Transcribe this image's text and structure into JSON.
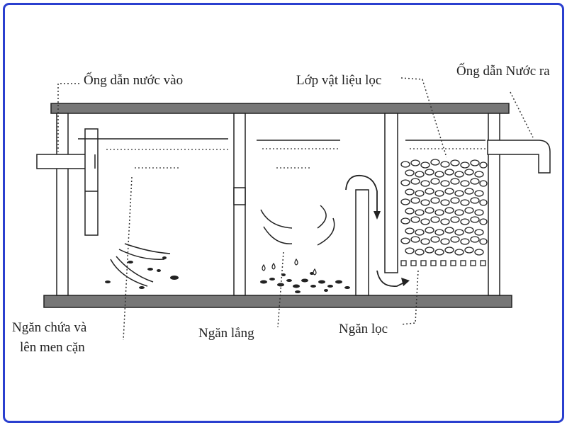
{
  "labels": {
    "inlet_pipe": "Ống dẫn nước vào",
    "filter_layer": "Lớp vật liệu lọc",
    "outlet_pipe": "Ống dẫn Nước ra",
    "chamber_storage_line1": "Ngăn chứa và",
    "chamber_storage_line2": "lên men cặn",
    "chamber_settling": "Ngăn lắng",
    "chamber_filter": "Ngăn lọc"
  }
}
